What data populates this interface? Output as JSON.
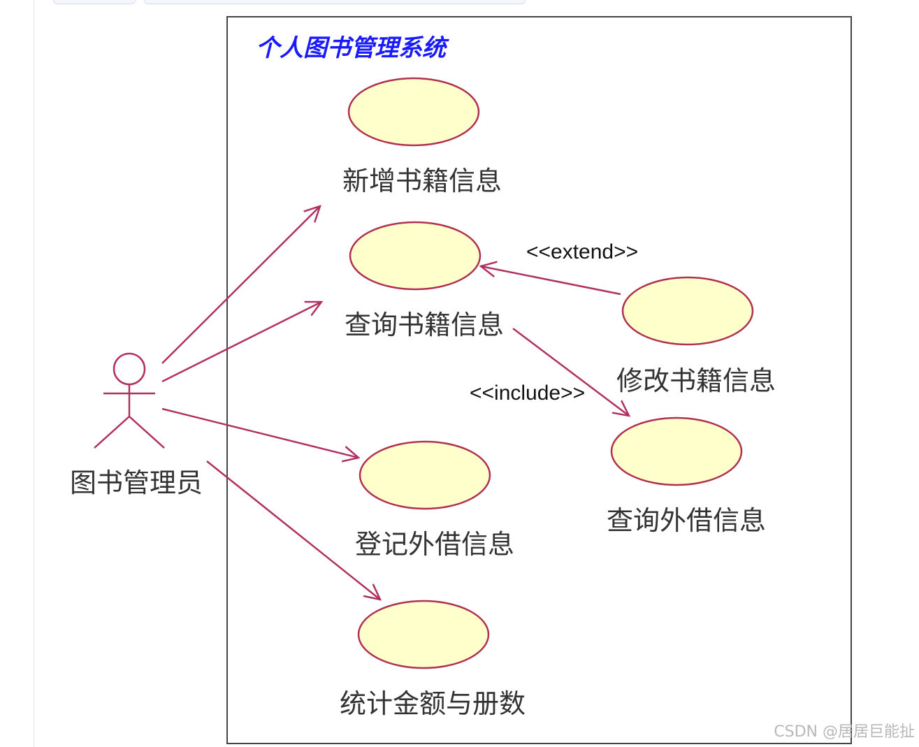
{
  "system": {
    "title": "个人图书管理系统"
  },
  "actor": {
    "label": "图书管理员"
  },
  "use_cases": [
    {
      "id": "add",
      "label": "新增书籍信息"
    },
    {
      "id": "query",
      "label": "查询书籍信息"
    },
    {
      "id": "modify",
      "label": "修改书籍信息"
    },
    {
      "id": "loan-query",
      "label": "查询外借信息"
    },
    {
      "id": "register",
      "label": "登记外借信息"
    },
    {
      "id": "stats",
      "label": "统计金额与册数"
    }
  ],
  "relations": {
    "extend_label": "<<extend>>",
    "include_label": "<<include>>"
  },
  "colors": {
    "ellipse_fill": "#ffffcc",
    "ellipse_stroke": "#b03050",
    "arrow": "#b03060",
    "title": "#1a1aff"
  },
  "watermark": "CSDN @居居巨能扯"
}
